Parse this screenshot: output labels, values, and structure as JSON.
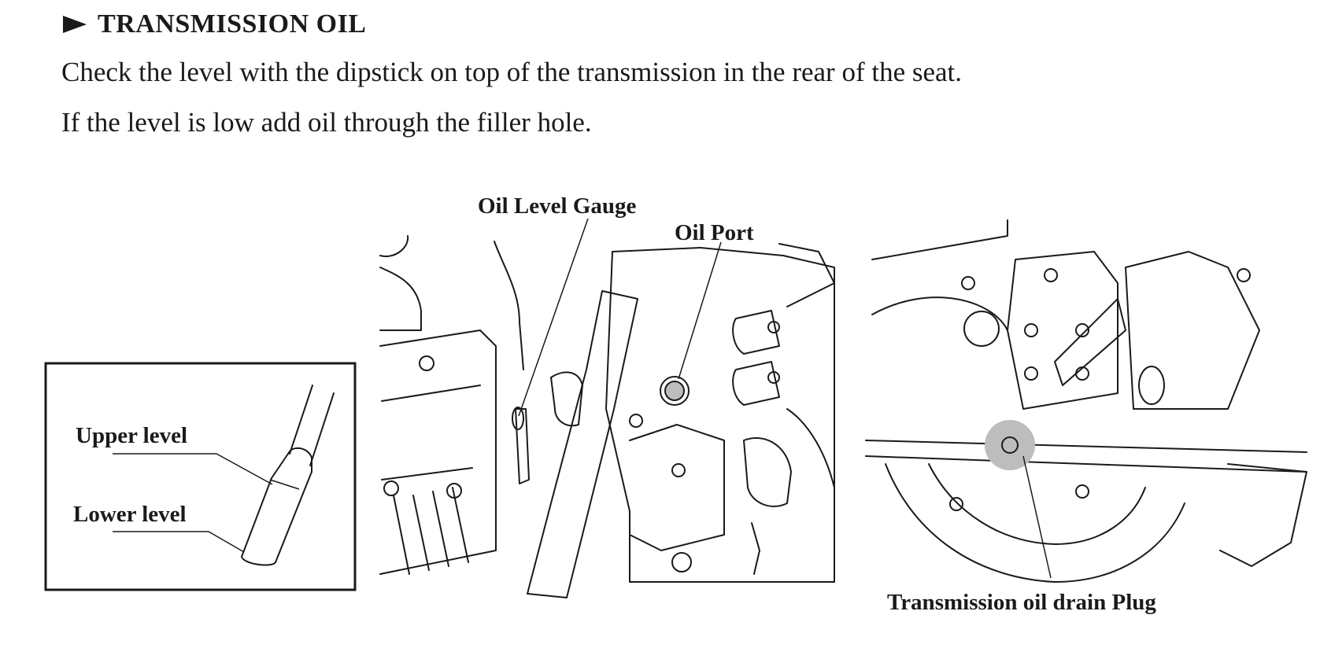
{
  "section": {
    "title": "TRANSMISSION OIL",
    "marker_icon": "right-triangle-bullet-icon"
  },
  "paragraphs": [
    "Check the level with the dipstick on top of the transmission in the rear of the seat.",
    "If the level is low add oil through the filler hole."
  ],
  "dipstick_figure": {
    "upper_label": "Upper level",
    "lower_label": "Lower level"
  },
  "transmission_figure": {
    "gauge_label": "Oil Level Gauge",
    "port_label": "Oil Port"
  },
  "drain_figure": {
    "drain_label": "Transmission oil drain Plug",
    "highlight_color": "#bdbdbd"
  }
}
